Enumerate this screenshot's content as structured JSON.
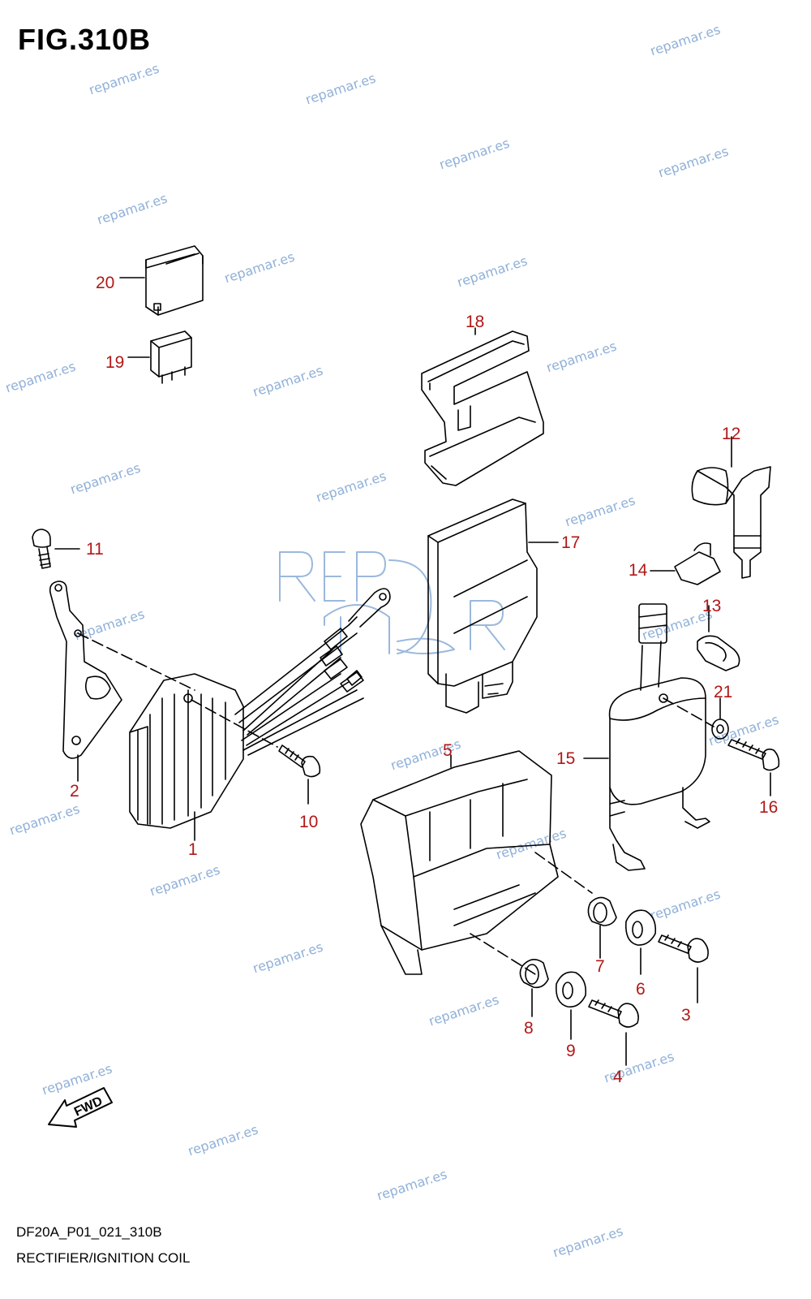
{
  "figure": {
    "title": "FIG.310B"
  },
  "footer": {
    "code": "DF20A_P01_021_310B",
    "title": "RECTIFIER/IGNITION COIL"
  },
  "watermark_text": "repamar.es",
  "logo_text": "REPMAR",
  "fwd_label": "FWD",
  "callouts": {
    "p1": "1",
    "p2": "2",
    "p3": "3",
    "p4": "4",
    "p5": "5",
    "p6": "6",
    "p7": "7",
    "p8": "8",
    "p9": "9",
    "p10": "10",
    "p11": "11",
    "p12": "12",
    "p13": "13",
    "p14": "14",
    "p15": "15",
    "p16": "16",
    "p17": "17",
    "p18": "18",
    "p19": "19",
    "p20": "20",
    "p21": "21"
  },
  "colors": {
    "callout": "#b01818",
    "line": "#000000",
    "watermark": "#8fb0d8"
  }
}
